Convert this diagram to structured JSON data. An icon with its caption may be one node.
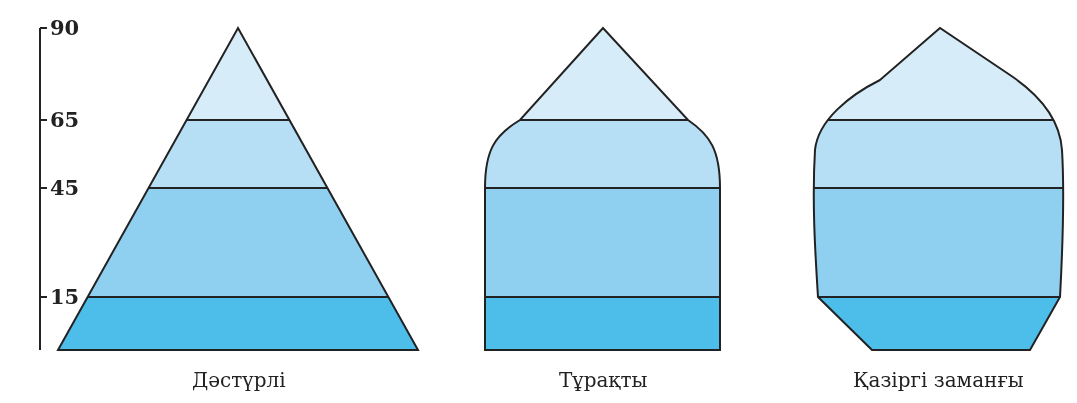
{
  "diagram": {
    "nodes": [
      {
        "text": [
          "Дәстүрлі"
        ]
      },
      {
        "text": [
          "Тұрақты"
        ]
      },
      {
        "text": [
          "Қазіргі заманғы"
        ]
      }
    ],
    "labels": [
      "90",
      "65",
      "45",
      "15"
    ]
  }
}
